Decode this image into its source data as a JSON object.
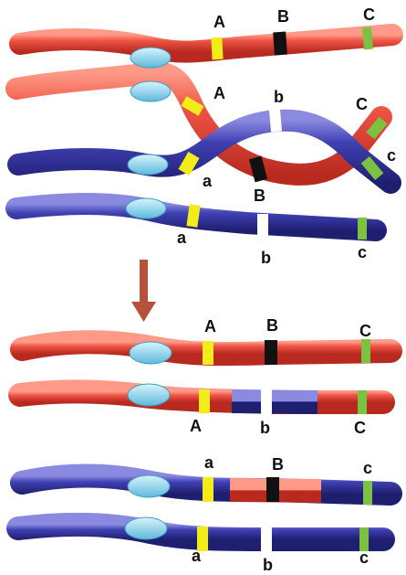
{
  "colors": {
    "red": "#e8483c",
    "red_dark": "#b82a20",
    "blue": "#3a3aa8",
    "blue_dark": "#1f1f70",
    "centromere": "#8ed6ee",
    "allele_A": "#f2ec1a",
    "allele_B": "#111111",
    "allele_b": "#ffffff",
    "allele_C": "#7cc242",
    "arrow": "#b5523b"
  },
  "labels": {
    "top_A": "A",
    "top_B": "B",
    "top_C": "C",
    "cross_A": "A",
    "cross_b": "b",
    "cross_C": "C",
    "cross_a": "a",
    "cross_B": "B",
    "cross_c": "c",
    "lower_a": "a",
    "lower_b": "b",
    "lower_c": "c",
    "r1_A": "A",
    "r1_B": "B",
    "r1_C": "C",
    "r2_A": "A",
    "r2_b": "b",
    "r2_C": "C",
    "r3_a": "a",
    "r3_B": "B",
    "r3_c": "c",
    "r4_a": "a",
    "r4_b": "b",
    "r4_c": "c"
  }
}
